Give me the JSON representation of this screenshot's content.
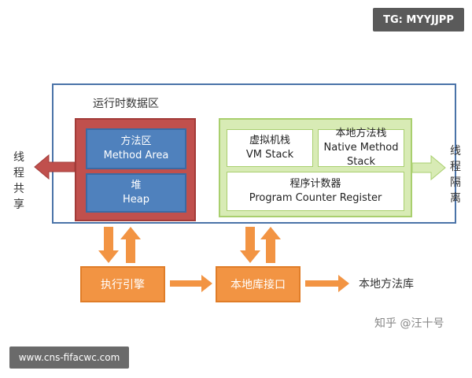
{
  "top_tag": "TG: MYYJJPP",
  "bottom_tag": "www.cns-fifacwc.com",
  "runtime": {
    "title": "运行时数据区"
  },
  "shared": {
    "label": "线程共享",
    "method_area": {
      "cn": "方法区",
      "en": "Method Area"
    },
    "heap": {
      "cn": "堆",
      "en": "Heap"
    }
  },
  "private": {
    "label": "线程隔离",
    "vm_stack": {
      "cn": "虚拟机栈",
      "en": "VM Stack"
    },
    "native_stack": {
      "cn": "本地方法栈",
      "en": "Native Method Stack"
    },
    "pc_register": {
      "cn": "程序计数器",
      "en": "Program Counter Register"
    }
  },
  "engine": "执行引擎",
  "native_interface": "本地库接口",
  "native_library": "本地方法库",
  "watermark": "知乎 @汪十号",
  "colors": {
    "runtime_border": "#4a73a8",
    "shared_red": "#c0504d",
    "blue_box": "#4f81bd",
    "private_green": "#d8ebb5",
    "orange": "#f29443"
  }
}
